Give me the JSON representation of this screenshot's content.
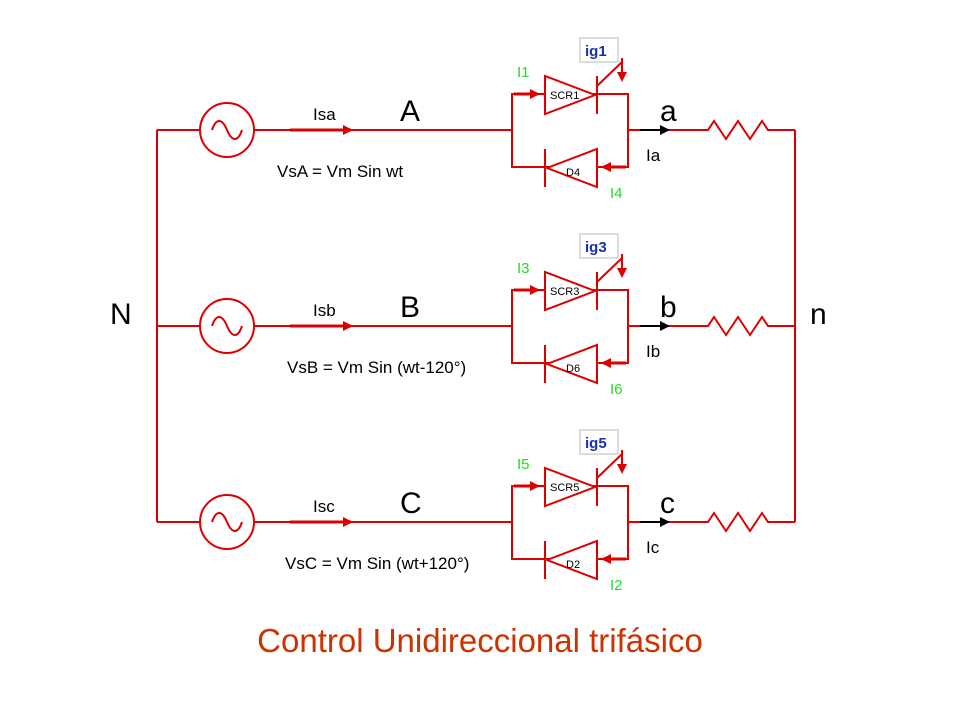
{
  "labels": {
    "neutral_source": "N",
    "neutral_load": "n"
  },
  "phases": [
    {
      "source": "A",
      "load": "a",
      "source_current": "Isa",
      "equation": "VsA = Vm Sin wt",
      "scr": "SCR1",
      "diode": "D4",
      "gate": "ig1",
      "scr_current": "I1",
      "diode_current": "I4",
      "load_current": "Ia"
    },
    {
      "source": "B",
      "load": "b",
      "source_current": "Isb",
      "equation": "VsB = Vm Sin (wt-120°)",
      "scr": "SCR3",
      "diode": "D6",
      "gate": "ig3",
      "scr_current": "I3",
      "diode_current": "I6",
      "load_current": "Ib"
    },
    {
      "source": "C",
      "load": "c",
      "source_current": "Isc",
      "equation": "VsC = Vm Sin (wt+120°)",
      "scr": "SCR5",
      "diode": "D2",
      "gate": "ig5",
      "scr_current": "I5",
      "diode_current": "I2",
      "load_current": "Ic"
    }
  ],
  "caption": "Control Unidireccional trifásico",
  "colors": {
    "wire": "#dd0000",
    "green_label": "#22dd22",
    "gate_label": "#1a33aa",
    "caption": "#cc3300"
  }
}
